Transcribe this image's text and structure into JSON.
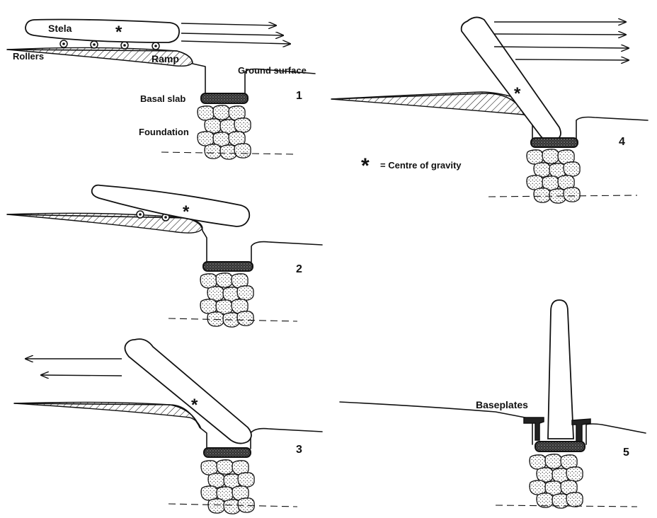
{
  "labels": {
    "stela": "Stela",
    "rollers": "Rollers",
    "ramp": "Ramp",
    "ground_surface": "Ground surface",
    "basal_slab": "Basal slab",
    "foundation": "Foundation",
    "baseplates": "Baseplates",
    "legend_symbol": "*",
    "legend_text": "= Centre of gravity"
  },
  "steps": {
    "s1": "1",
    "s2": "2",
    "s3": "3",
    "s4": "4",
    "s5": "5"
  },
  "cog_marker": "*"
}
